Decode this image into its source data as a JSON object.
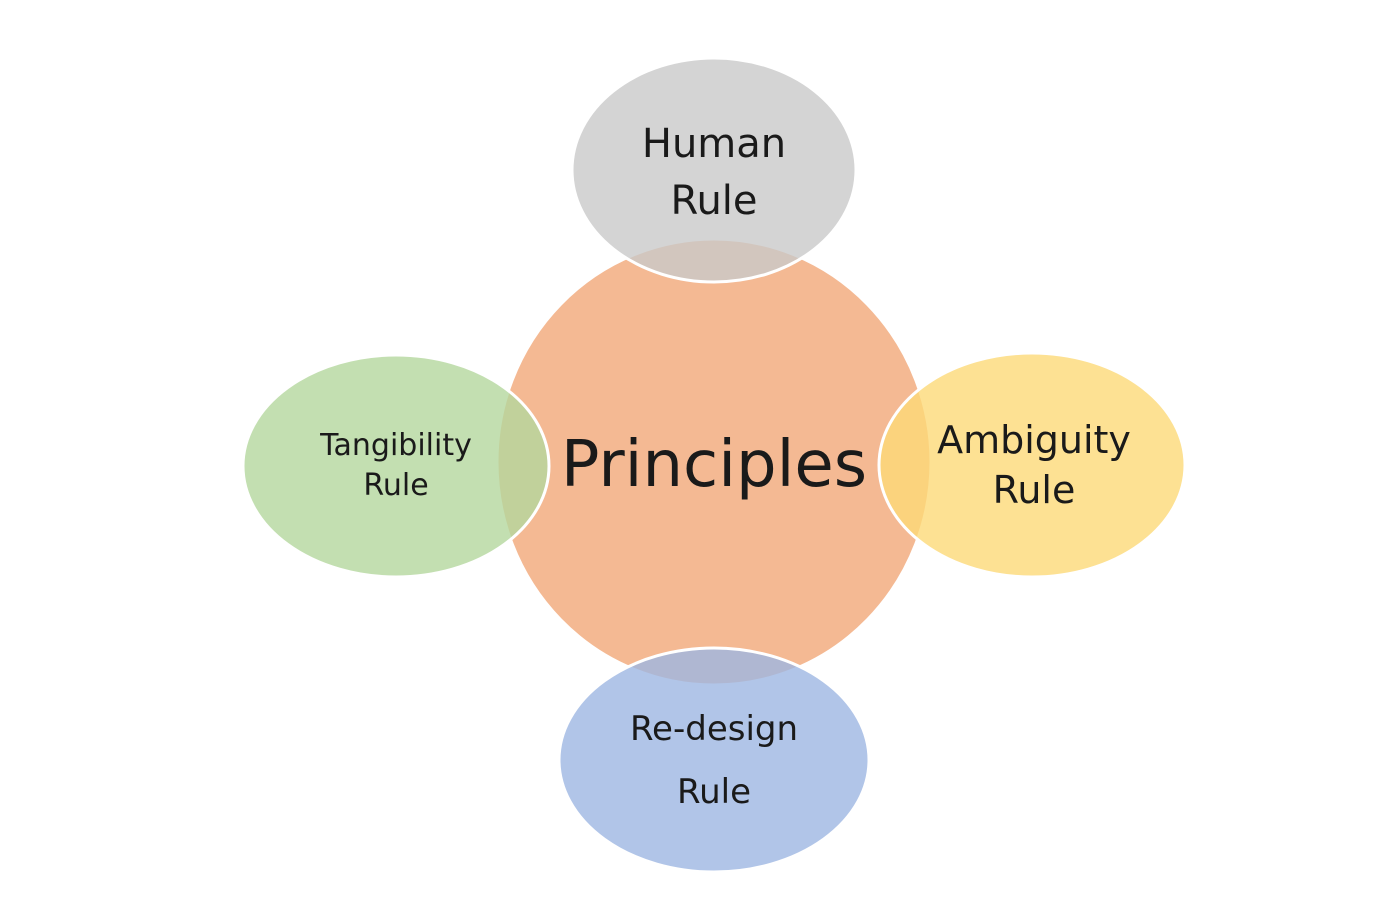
{
  "diagram": {
    "center": {
      "label": "Principles",
      "color": "#F4B993"
    },
    "nodes": {
      "top": {
        "line1": "Human",
        "line2": "Rule",
        "color": "#C9C9C9"
      },
      "left": {
        "line1": "Tangibility",
        "line2": "Rule",
        "color": "#B4D79E"
      },
      "right": {
        "line1": "Ambiguity",
        "line2": "Rule",
        "color": "#FDD978"
      },
      "bottom": {
        "line1": "Re-design",
        "line2": "Rule",
        "color": "#9DB6E2"
      }
    }
  }
}
